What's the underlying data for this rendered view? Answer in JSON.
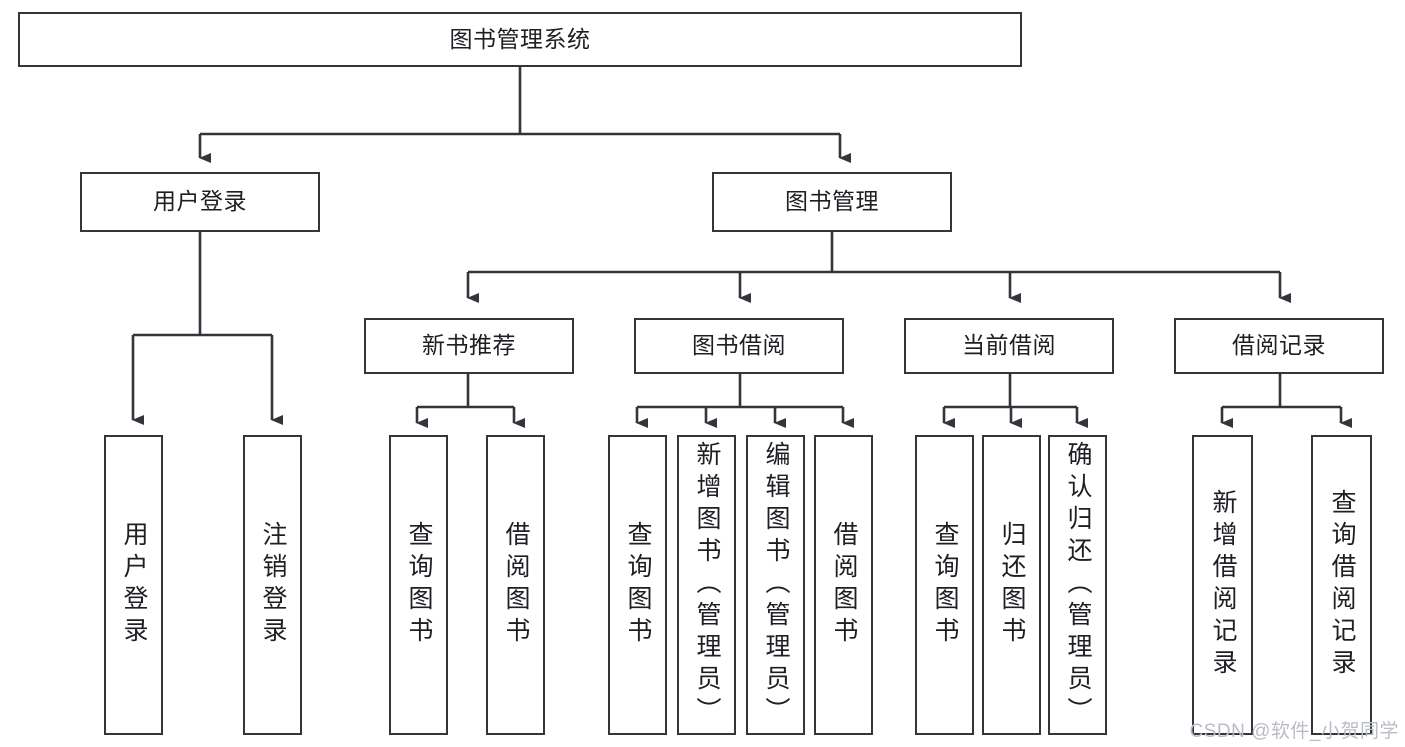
{
  "diagram": {
    "title": "图书管理系统",
    "type": "tree",
    "watermark": "CSDN @软件_小贺同学",
    "colors": {
      "stroke": "#33353a",
      "fill": "#ffffff",
      "text": "#1d1f23",
      "watermark": "#b9bcc2"
    },
    "nodes": {
      "root": {
        "label": "图书管理系统"
      },
      "level1": [
        {
          "label": "用户登录"
        },
        {
          "label": "图书管理"
        }
      ],
      "level2": [
        {
          "label": "新书推荐"
        },
        {
          "label": "图书借阅"
        },
        {
          "label": "当前借阅"
        },
        {
          "label": "借阅记录"
        }
      ],
      "leaves": {
        "user_login": [
          {
            "label": "用户登录"
          },
          {
            "label": "注销登录"
          }
        ],
        "new_book_recommend": [
          {
            "label": "查询图书"
          },
          {
            "label": "借阅图书"
          }
        ],
        "book_borrow": [
          {
            "label": "查询图书"
          },
          {
            "label": "新增图书（管理员）"
          },
          {
            "label": "编辑图书（管理员）"
          },
          {
            "label": "借阅图书"
          }
        ],
        "current_borrow": [
          {
            "label": "查询图书"
          },
          {
            "label": "归还图书"
          },
          {
            "label": "确认归还（管理员）"
          }
        ],
        "borrow_record": [
          {
            "label": "新增借阅记录"
          },
          {
            "label": "查询借阅记录"
          }
        ]
      }
    }
  }
}
